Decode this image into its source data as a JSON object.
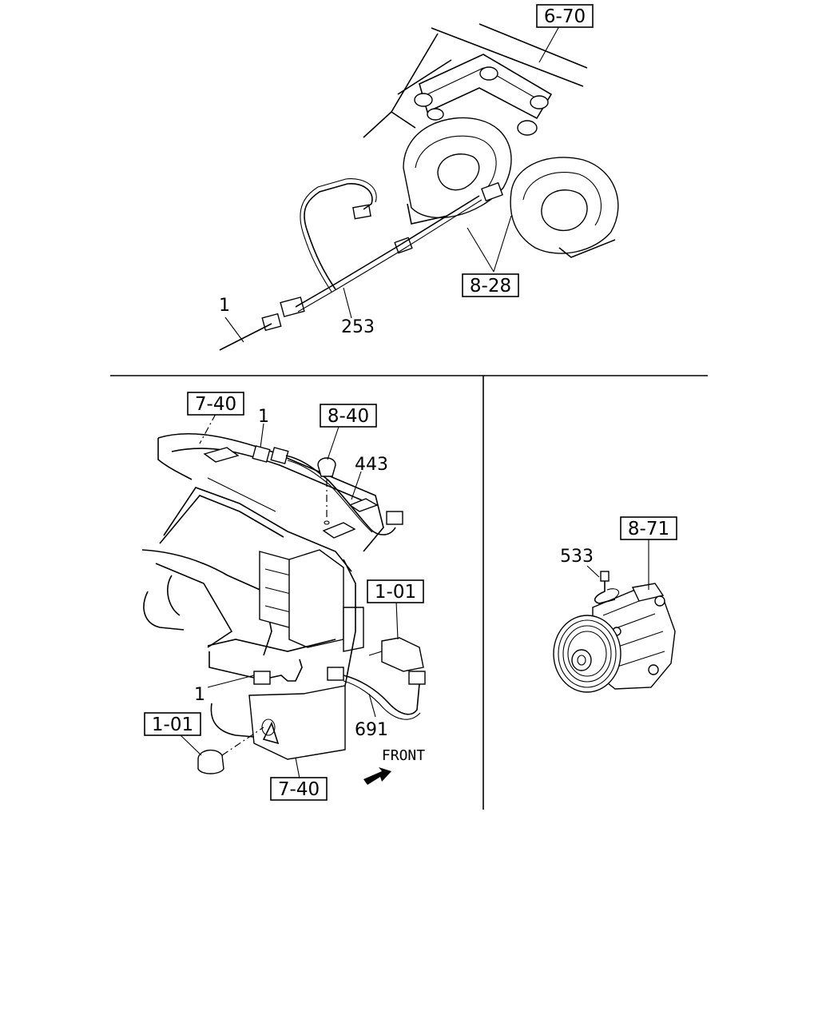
{
  "diagram": {
    "top_view": {
      "boxed_refs": [
        "6-70",
        "8-28"
      ],
      "part_numbers": [
        "1",
        "253"
      ]
    },
    "bottom_left_view": {
      "boxed_refs": [
        "7-40",
        "8-40",
        "1-01",
        "1-01",
        "7-40"
      ],
      "part_numbers": [
        "1",
        "443",
        "1",
        "691"
      ],
      "direction_label": "FRONT"
    },
    "bottom_right_view": {
      "boxed_refs": [
        "8-71"
      ],
      "part_numbers": [
        "533"
      ]
    }
  }
}
